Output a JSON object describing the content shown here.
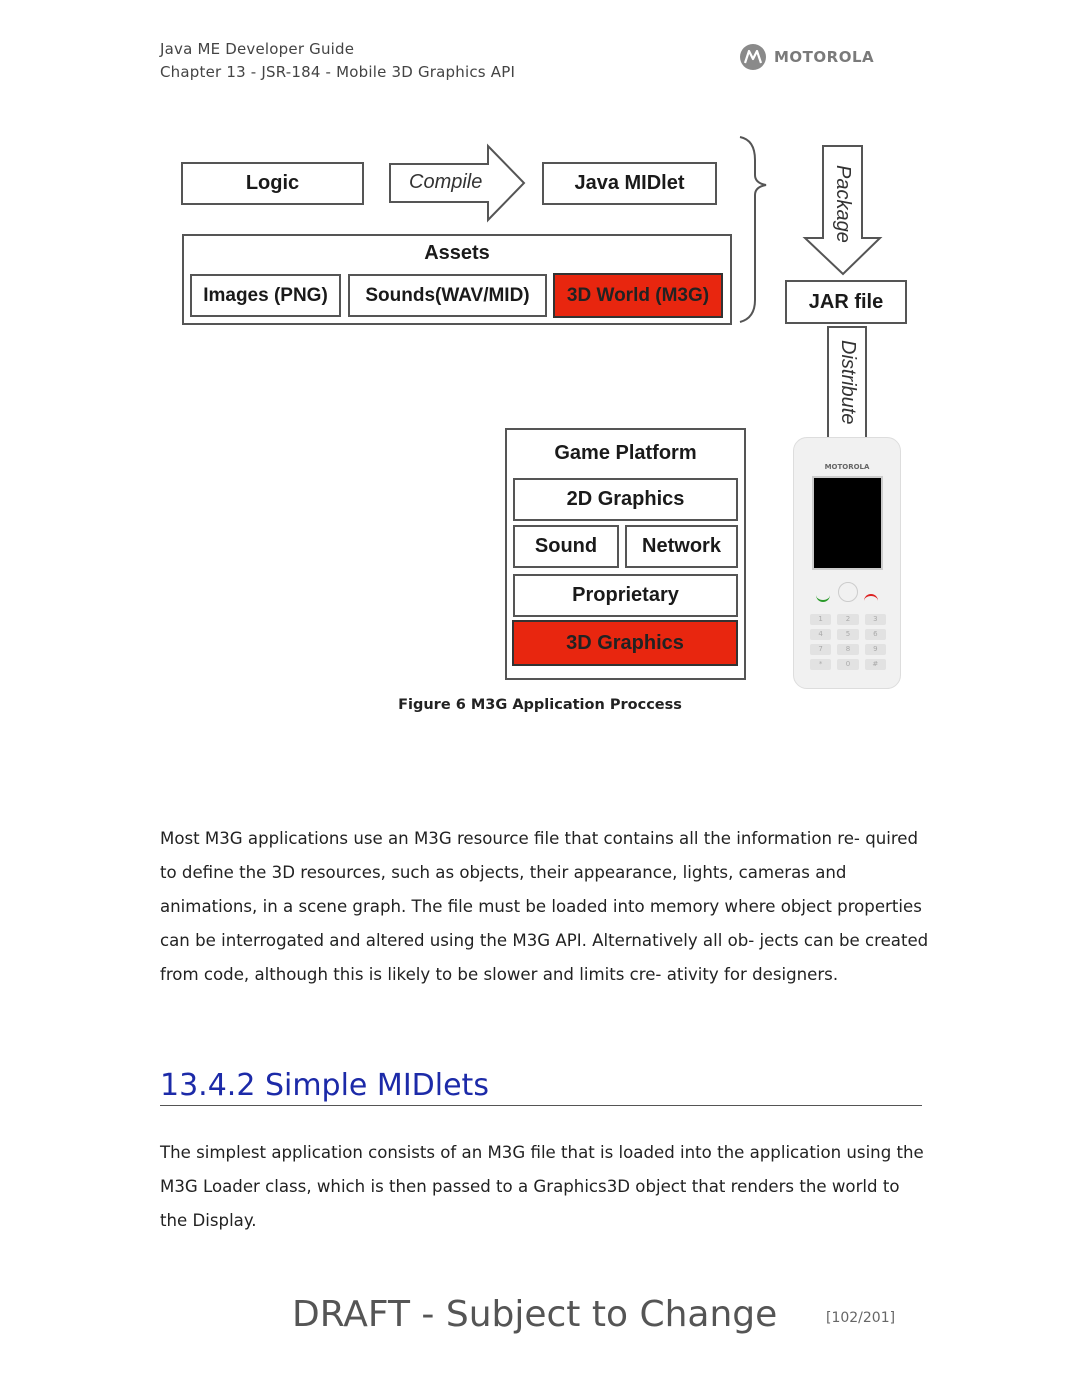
{
  "header": {
    "line1": "Java ME Developer Guide",
    "line2": "Chapter 13 - JSR-184 - Mobile 3D Graphics API",
    "logo_text": "MOTOROLA",
    "logo_icon": "motorola-logo-icon"
  },
  "diagram": {
    "logic": "Logic",
    "compile": "Compile",
    "java_midlet": "Java MIDlet",
    "assets": "Assets",
    "images": "Images (PNG)",
    "sounds": "Sounds(WAV/MID)",
    "world": "3D World (M3G)",
    "package": "Package",
    "jar": "JAR file",
    "distribute": "Distribute",
    "game_platform": "Game Platform",
    "graphics2d": "2D Graphics",
    "sound": "Sound",
    "network": "Network",
    "proprietary": "Proprietary",
    "graphics3d": "3D Graphics",
    "phone_brand": "MOTOROLA",
    "phone_keys": [
      "1",
      "2",
      "3",
      "4",
      "5",
      "6",
      "7",
      "8",
      "9",
      "*",
      "0",
      "#"
    ],
    "highlight_color": "#e8260f"
  },
  "caption": "Figure 6 M3G Application Proccess",
  "para1": "Most M3G applications use an M3G resource file that contains all the information re- quired to define the 3D resources, such as objects, their appearance, lights, cameras and animations, in a scene graph. The file must be loaded into memory where object properties can be interrogated and altered using the M3G API. Alternatively all ob- jects can be created from code, although this is likely to be slower and limits cre- ativity for designers.",
  "heading": "13.4.2 Simple MIDlets",
  "para2": "The simplest application consists of an M3G file that is loaded into the application using the M3G Loader class, which is then passed to a Graphics3D object that renders the world to the Display.",
  "footer": {
    "draft": "DRAFT - Subject to Change",
    "page": "[102/201]"
  }
}
